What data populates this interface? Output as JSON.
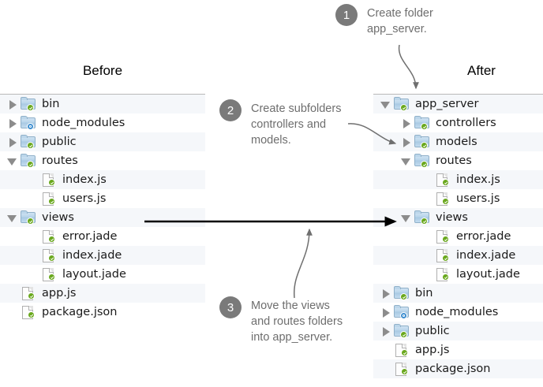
{
  "columns": {
    "before_title": "Before",
    "after_title": "After"
  },
  "before_tree": [
    {
      "name": "bin",
      "type": "folder",
      "twisty": "closed",
      "indent": 0,
      "badge": "green",
      "striped": true
    },
    {
      "name": "node_modules",
      "type": "folder",
      "twisty": "closed",
      "indent": 0,
      "badge": "blue",
      "striped": false
    },
    {
      "name": "public",
      "type": "folder",
      "twisty": "closed",
      "indent": 0,
      "badge": "green",
      "striped": true
    },
    {
      "name": "routes",
      "type": "folder",
      "twisty": "open",
      "indent": 0,
      "badge": "green",
      "striped": false
    },
    {
      "name": "index.js",
      "type": "file",
      "twisty": "none",
      "indent": 1,
      "badge": "green",
      "striped": true
    },
    {
      "name": "users.js",
      "type": "file",
      "twisty": "none",
      "indent": 1,
      "badge": "green",
      "striped": false
    },
    {
      "name": "views",
      "type": "folder",
      "twisty": "open",
      "indent": 0,
      "badge": "green",
      "striped": true
    },
    {
      "name": "error.jade",
      "type": "file",
      "twisty": "none",
      "indent": 1,
      "badge": "green",
      "striped": false
    },
    {
      "name": "index.jade",
      "type": "file",
      "twisty": "none",
      "indent": 1,
      "badge": "green",
      "striped": true
    },
    {
      "name": "layout.jade",
      "type": "file",
      "twisty": "none",
      "indent": 1,
      "badge": "green",
      "striped": false
    },
    {
      "name": "app.js",
      "type": "file",
      "twisty": "none",
      "indent": 0,
      "badge": "green",
      "striped": true
    },
    {
      "name": "package.json",
      "type": "file",
      "twisty": "none",
      "indent": 0,
      "badge": "green",
      "striped": false
    }
  ],
  "after_tree": [
    {
      "name": "app_server",
      "type": "folder",
      "twisty": "open",
      "indent": 0,
      "badge": "green",
      "striped": true
    },
    {
      "name": "controllers",
      "type": "folder",
      "twisty": "closed",
      "indent": 1,
      "badge": "green",
      "striped": false
    },
    {
      "name": "models",
      "type": "folder",
      "twisty": "closed",
      "indent": 1,
      "badge": "green",
      "striped": true
    },
    {
      "name": "routes",
      "type": "folder",
      "twisty": "open",
      "indent": 1,
      "badge": "green",
      "striped": false
    },
    {
      "name": "index.js",
      "type": "file",
      "twisty": "none",
      "indent": 2,
      "badge": "green",
      "striped": true
    },
    {
      "name": "users.js",
      "type": "file",
      "twisty": "none",
      "indent": 2,
      "badge": "green",
      "striped": false
    },
    {
      "name": "views",
      "type": "folder",
      "twisty": "open",
      "indent": 1,
      "badge": "green",
      "striped": true
    },
    {
      "name": "error.jade",
      "type": "file",
      "twisty": "none",
      "indent": 2,
      "badge": "green",
      "striped": false
    },
    {
      "name": "index.jade",
      "type": "file",
      "twisty": "none",
      "indent": 2,
      "badge": "green",
      "striped": true
    },
    {
      "name": "layout.jade",
      "type": "file",
      "twisty": "none",
      "indent": 2,
      "badge": "green",
      "striped": false
    },
    {
      "name": "bin",
      "type": "folder",
      "twisty": "closed",
      "indent": 0,
      "badge": "green",
      "striped": true
    },
    {
      "name": "node_modules",
      "type": "folder",
      "twisty": "closed",
      "indent": 0,
      "badge": "blue",
      "striped": false
    },
    {
      "name": "public",
      "type": "folder",
      "twisty": "closed",
      "indent": 0,
      "badge": "green",
      "striped": true
    },
    {
      "name": "app.js",
      "type": "file",
      "twisty": "none",
      "indent": 0,
      "badge": "green",
      "striped": false
    },
    {
      "name": "package.json",
      "type": "file",
      "twisty": "none",
      "indent": 0,
      "badge": "green",
      "striped": true
    }
  ],
  "callouts": [
    {
      "number": "1",
      "text": "Create folder\napp_server."
    },
    {
      "number": "2",
      "text": "Create subfolders\ncontrollers and\nmodels."
    },
    {
      "number": "3",
      "text": "Move the views\nand routes folders\ninto app_server."
    }
  ],
  "colors": {
    "badge_grey": "#7a7a7a",
    "callout_text": "#6e6e6e",
    "row_stripe": "#f5f7fa",
    "folder_blue": "#b7d4ea",
    "status_green": "#6aa81e",
    "status_blue": "#3f8fd0",
    "arrow_grey": "#6f6f6f",
    "arrow_black": "#000000"
  }
}
